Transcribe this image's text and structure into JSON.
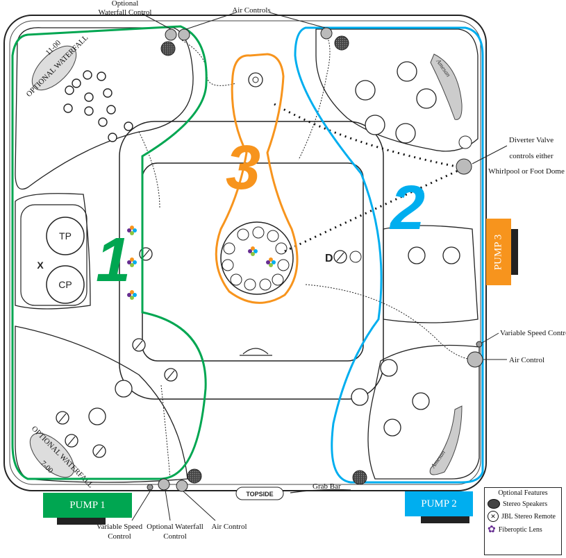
{
  "labels": {
    "optional_waterfall_control_top": [
      "Optional",
      "Waterfall Control"
    ],
    "air_controls_top": "Air Controls",
    "diverter_valve": [
      "Diverter Valve",
      "controls either",
      "Whirlpool or Foot Dome"
    ],
    "variable_speed_control_right": "Variable Speed Control",
    "air_control_right": "Air Control",
    "variable_speed_control_bottom": [
      "Variable Speed",
      "Control"
    ],
    "optional_waterfall_control_bottom": [
      "Optional Waterfall",
      "Control"
    ],
    "air_control_bottom": "Air Control",
    "grab_bar": "Grab Bar",
    "topside": "TOPSIDE",
    "tp": "TP",
    "cp": "CP",
    "x_mark": "X",
    "d_mark": "D",
    "waterfall_top": [
      "11-00",
      "OPTIONAL WATERFALL"
    ],
    "waterfall_bottom": [
      "7-00",
      "OPTIONAL WATERFALL"
    ],
    "ameran": "Amesan"
  },
  "zones": [
    {
      "number": "1",
      "color": "#00a651"
    },
    {
      "number": "2",
      "color": "#00aeef"
    },
    {
      "number": "3",
      "color": "#f7941d"
    }
  ],
  "pumps": {
    "pump1": "PUMP 1",
    "pump2": "PUMP 2",
    "pump3": "PUMP 3"
  },
  "legend": {
    "title": "Optional Features",
    "items": [
      "Stereo Speakers",
      "JBL Stereo Remote",
      "Fiberoptic Lens"
    ]
  },
  "colors": {
    "green": "#00a651",
    "blue": "#00aeef",
    "orange": "#f7941d"
  }
}
